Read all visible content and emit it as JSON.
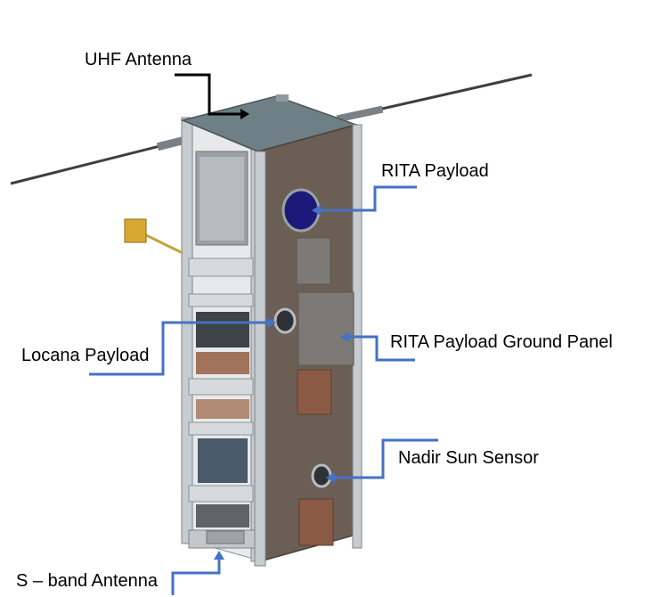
{
  "labels": {
    "uhf_antenna": "UHF Antenna",
    "rita_payload": "RITA Payload",
    "locana_payload": "Locana Payload",
    "rita_ground_panel": "RITA Payload Ground Panel",
    "nadir_sun_sensor": "Nadir Sun Sensor",
    "s_band_antenna": "S – band Antenna"
  },
  "colors": {
    "leader_blue": "#4472c4",
    "leader_black": "#000000",
    "frame_gray": "#c7ccd0",
    "panel_brown": "#6b5f55",
    "top_panel": "#6e7f85",
    "rita_lens": "#1c1a78",
    "ground_panel": "#7d7975",
    "copper_pad": "#8a5a44"
  }
}
